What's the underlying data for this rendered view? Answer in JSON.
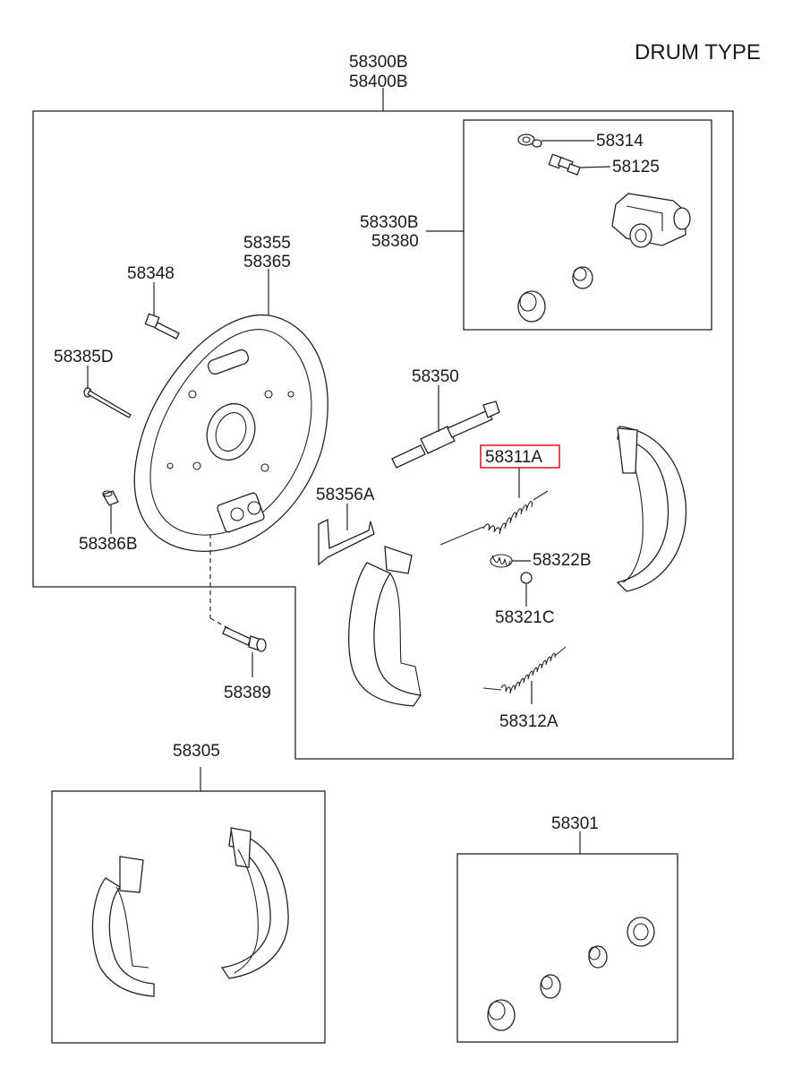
{
  "title": "DRUM TYPE",
  "highlight_color": "#e0202a",
  "labels": {
    "assy_line1": "58300B",
    "assy_line2": "58400B",
    "p58314": "58314",
    "p58125": "58125",
    "p58330_line1": "58330B",
    "p58330_line2": "58380",
    "p58355_line1": "58355",
    "p58355_line2": "58365",
    "p58348": "58348",
    "p58385D": "58385D",
    "p58350": "58350",
    "p58311A": "58311A",
    "p58356A": "58356A",
    "p58386B": "58386B",
    "p58322B": "58322B",
    "p58321C": "58321C",
    "p58389": "58389",
    "p58312A": "58312A",
    "p58305": "58305",
    "p58301": "58301"
  },
  "highlighted_part": "58311A",
  "icons": {
    "backing_plate": "backing-plate-icon",
    "wheel_cylinder": "wheel-cylinder-icon",
    "brake_shoe": "brake-shoe-icon",
    "spring": "spring-icon",
    "bolt": "bolt-icon",
    "adjuster": "adjuster-icon",
    "cup_seal": "cup-seal-icon"
  }
}
